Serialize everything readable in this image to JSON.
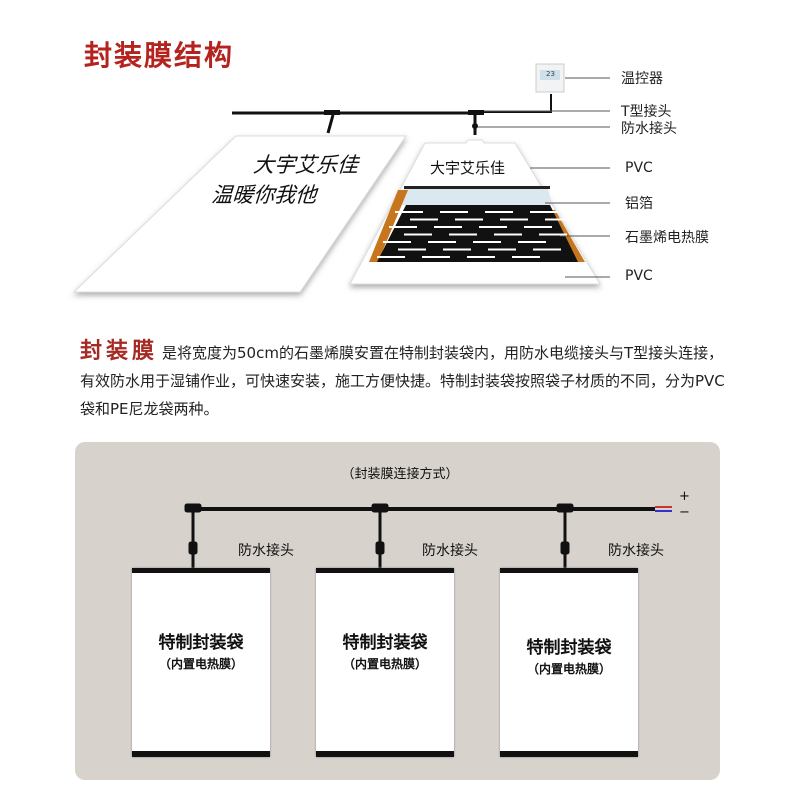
{
  "title": "封装膜结构",
  "structure": {
    "thermostat_display": "23",
    "left_sheet_line1": "大宇艾乐佳",
    "left_sheet_line2": "温暖你我他",
    "right_sheet_brand": "大宇艾乐佳",
    "labels": [
      "温控器",
      "T型接头",
      "防水接头",
      "PVC",
      "铝箔",
      "石墨烯电热膜",
      "PVC"
    ]
  },
  "description": {
    "highlight": "封装膜",
    "text": "是将宽度为50cm的石墨烯膜安置在特制封装袋内，用防水电缆接头与T型接头连接，有效防水用于湿铺作业，可快速安装，施工方便快捷。特制封装袋按照袋子材质的不同，分为PVC袋和PE尼龙袋两种。"
  },
  "connection": {
    "title": "（封装膜连接方式）",
    "plus": "+",
    "minus": "−",
    "joint_label": "防水接头",
    "bags": [
      {
        "line1": "特制封装袋",
        "line2": "（内置电热膜）"
      },
      {
        "line1": "特制封装袋",
        "line2": "（内置电热膜）"
      },
      {
        "line1": "特制封装袋",
        "line2": "（内置电热膜）"
      }
    ]
  },
  "colors": {
    "accent": "#b5231f",
    "panel": "#d8d2cd",
    "copper": "#c8761e"
  }
}
